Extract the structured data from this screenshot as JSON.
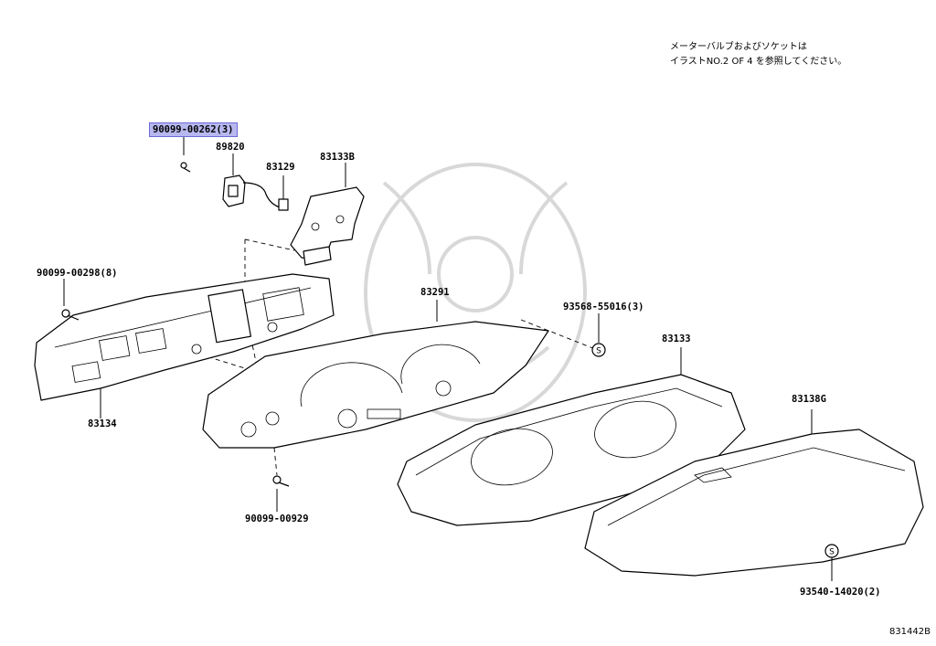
{
  "note": {
    "line1": "メーターバルブおよびソケットは",
    "line2": "イラストNO.2 OF 4 を参照してください。"
  },
  "figure_ref": "831442B",
  "parts": [
    {
      "id": "p1",
      "label": "90099-00262(3)",
      "highlighted": true
    },
    {
      "id": "p2",
      "label": "89820"
    },
    {
      "id": "p3",
      "label": "83129"
    },
    {
      "id": "p4",
      "label": "83133B"
    },
    {
      "id": "p5",
      "label": "90099-00298(8)"
    },
    {
      "id": "p6",
      "label": "83291"
    },
    {
      "id": "p7",
      "label": "93568-55016(3)"
    },
    {
      "id": "p8",
      "label": "83133"
    },
    {
      "id": "p9",
      "label": "83134"
    },
    {
      "id": "p10",
      "label": "83138G"
    },
    {
      "id": "p11",
      "label": "90099-00929"
    },
    {
      "id": "p12",
      "label": "93540-14020(2)"
    }
  ],
  "symbols": {
    "s_mark": "S"
  },
  "colors": {
    "highlight_bg": "#b8b8f0",
    "highlight_border": "#6a6ad8"
  }
}
